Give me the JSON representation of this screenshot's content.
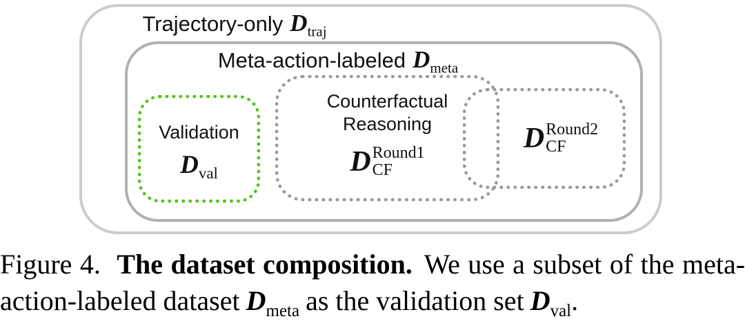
{
  "colors": {
    "outer_border": "#cccccc",
    "meta_border": "#b0b0b0",
    "dotted_gray": "#999999",
    "dotted_green": "#52c41a",
    "text_color": "#111111"
  },
  "diagram": {
    "trajectory_box": {
      "label": "Trajectory-only",
      "symbol_base": "D",
      "symbol_sub": "traj"
    },
    "meta_box": {
      "label": "Meta-action-labeled",
      "symbol_base": "D",
      "symbol_sub": "meta"
    },
    "validation_box": {
      "label": "Validation",
      "symbol_base": "D",
      "symbol_sub": "val"
    },
    "round1_box": {
      "label_line1": "Counterfactual",
      "label_line2": "Reasoning",
      "symbol_base": "D",
      "symbol_sup": "Round1",
      "symbol_sub": "CF"
    },
    "round2_box": {
      "symbol_base": "D",
      "symbol_sup": "Round2",
      "symbol_sub": "CF"
    }
  },
  "caption": {
    "figure_label": "Figure 4.",
    "title_bold": "The dataset composition.",
    "line1_rest": "We use a subset of the meta-",
    "line2_text1": "action-labeled dataset",
    "sym1_base": "D",
    "sym1_sub": "meta",
    "line2_text2": "as the validation set",
    "sym2_base": "D",
    "sym2_sub": "val",
    "line2_end": "."
  }
}
